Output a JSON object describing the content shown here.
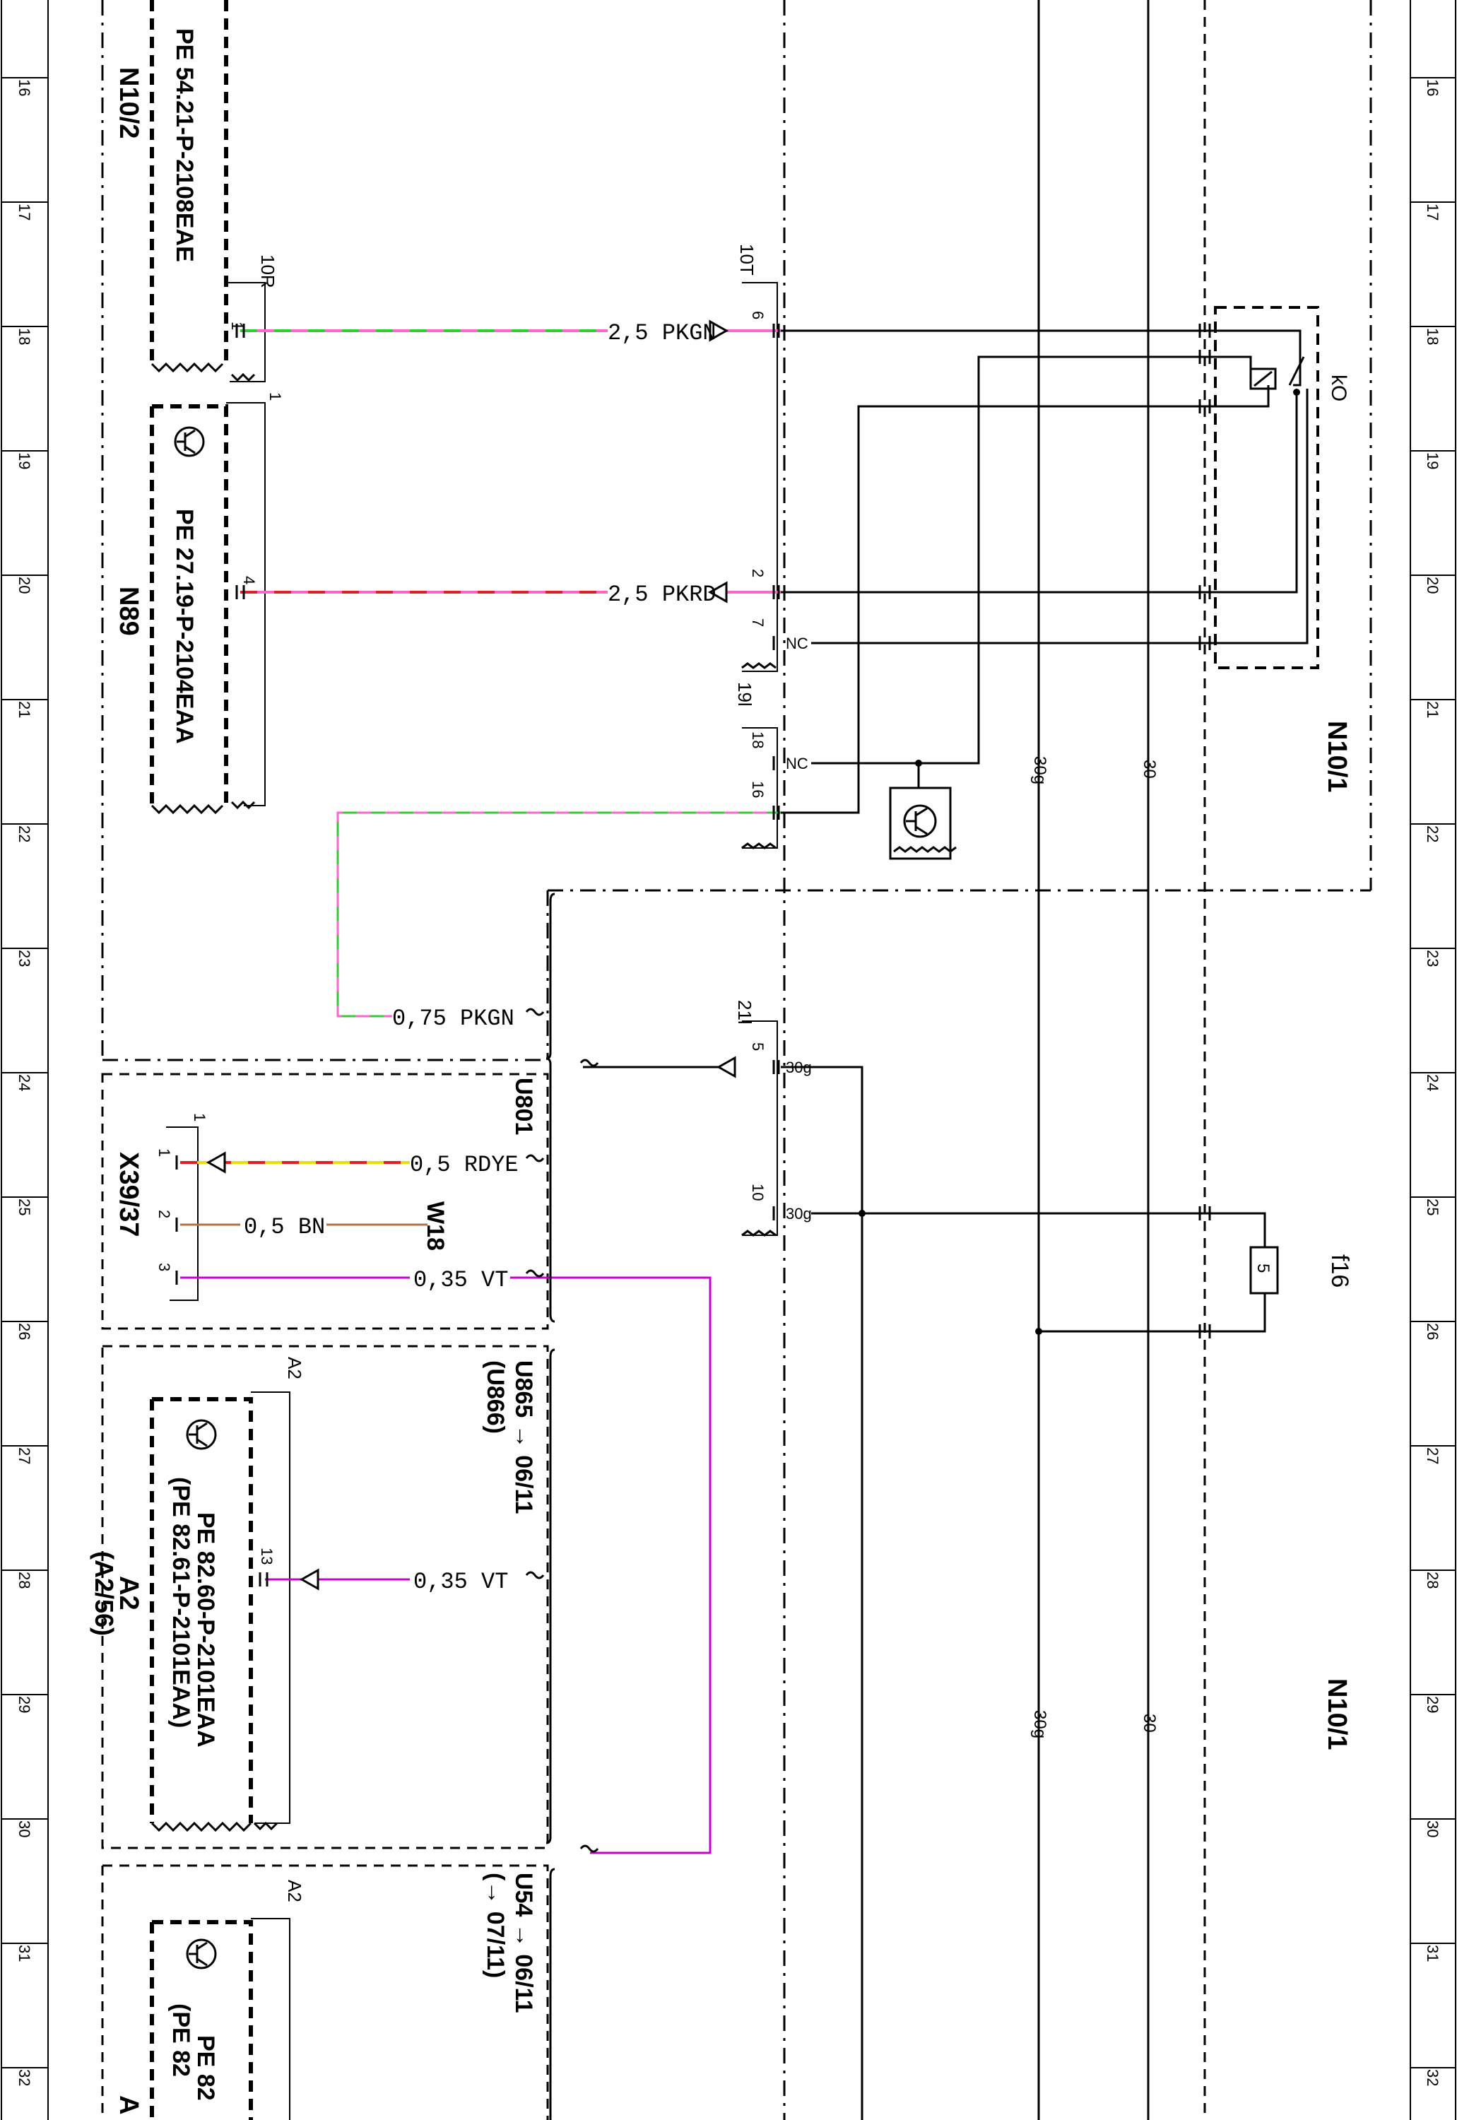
{
  "diagram": {
    "grid_numbers": [
      "16",
      "17",
      "18",
      "19",
      "20",
      "21",
      "22",
      "23",
      "24",
      "25",
      "26",
      "27",
      "28",
      "29",
      "30",
      "31",
      "32"
    ],
    "components": {
      "n10_2": {
        "name": "N10/2",
        "ref": "PE 54.21-P-2108EAE",
        "connector": "10R",
        "pin": "1"
      },
      "n89": {
        "name": "N89",
        "ref": "PE 27.19-P-2104EAA",
        "connector_pin": "1",
        "pin": "4"
      },
      "n10_1": {
        "name": "N10/1",
        "connector_10t": "10T",
        "connector_19l": "19l",
        "connector_21": "21l"
      },
      "relay": {
        "name": "kO"
      },
      "fuse": {
        "name": "f16",
        "rating": "5"
      },
      "x39_37": {
        "name": "X39/37",
        "pins": [
          "1",
          "2",
          "3"
        ],
        "connector_pin": "1"
      },
      "w18": {
        "name": "W18"
      },
      "a2_top": {
        "name": "A2",
        "alt": "(A2/56)",
        "ref1": "PE 82.60-P-2101EAA",
        "ref2": "(PE 82.61-P-2101EAA)",
        "pin": "13",
        "label": "A2"
      },
      "a2_bottom": {
        "label": "A2",
        "ref1": "PE 82",
        "ref2": "(PE 82",
        "name": "A"
      }
    },
    "wires": {
      "w_pkgn_25": "2,5 PKGN",
      "w_pkrd_25": "2,5 PKRD",
      "w_pkgn_075": "0,75 PKGN",
      "w_rdye_05": "0,5 RDYE",
      "w_bn_05": "0,5 BN",
      "w_vt_035_a": "0,35 VT",
      "w_vt_035_b": "0,35 VT"
    },
    "pins": {
      "p6": "6",
      "p2": "2",
      "p7": "7",
      "p18": "18",
      "p16": "16",
      "p5": "5",
      "p10": "10",
      "nc1": "NC",
      "nc2": "NC",
      "t30g_a": "30g",
      "t30g_b": "30g"
    },
    "refs": {
      "u801": "U801",
      "u865": "U865 → 06/11",
      "u866": "(U866)",
      "u54a": "U54 → 06/11",
      "u54b": "(→ 07/11)"
    },
    "buses": {
      "b30g_top": "30g",
      "b30_top": "30",
      "b30g_bot": "30g",
      "b30_bot": "30"
    },
    "colors": {
      "pink": "#ff66cc",
      "green": "#33cc33",
      "red": "#e02020",
      "yellow": "#e8e000",
      "brown": "#b07040",
      "violet": "#cc00cc",
      "line": "#000000"
    }
  }
}
